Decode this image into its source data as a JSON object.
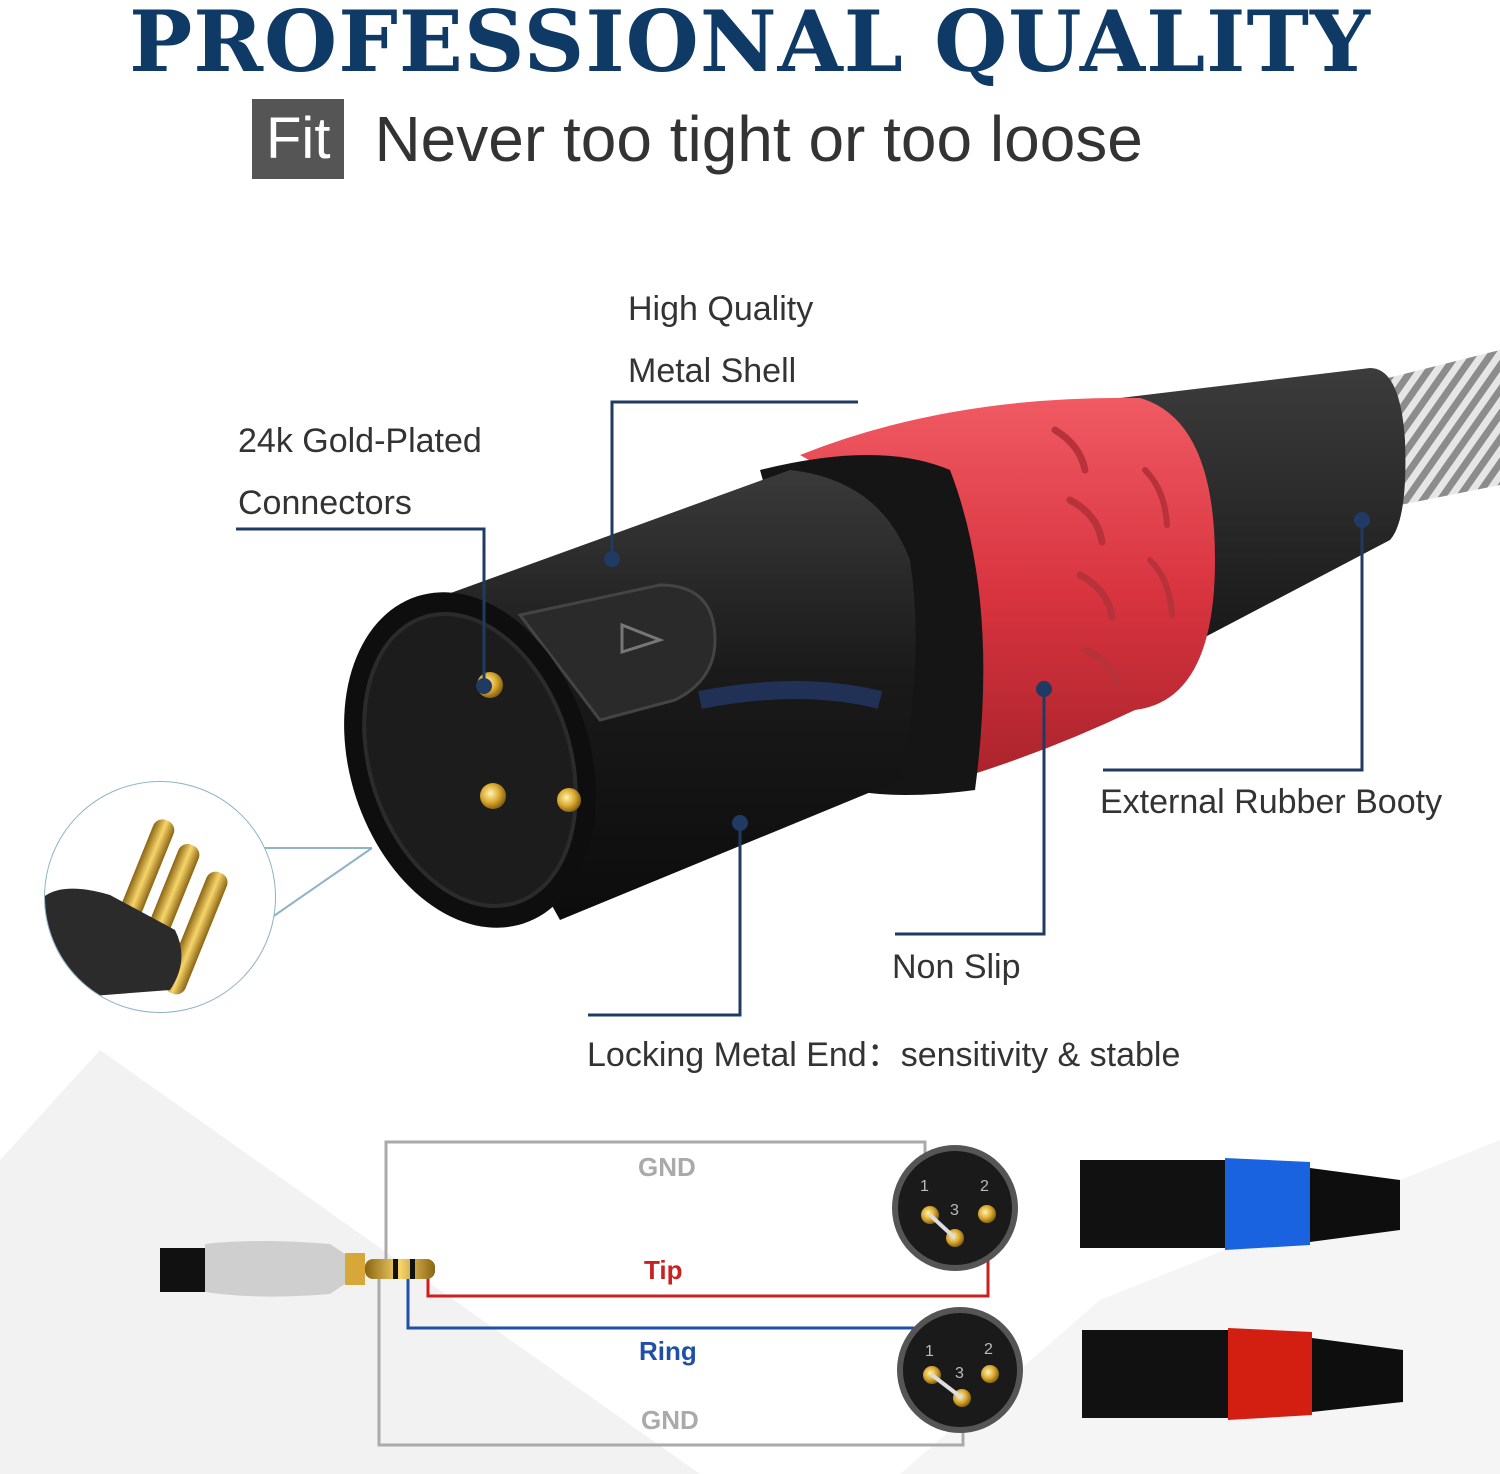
{
  "header": {
    "title": "PROFESSIONAL QUALITY",
    "fit_badge": "Fit",
    "fit_text": "Never too tight or too loose"
  },
  "callouts": {
    "shell_line1": "High Quality",
    "shell_line2": "Metal Shell",
    "gold_line1": "24k Gold-Plated",
    "gold_line2": "Connectors",
    "booty": "External Rubber Booty",
    "non_slip": "Non Slip",
    "locking": "Locking Metal End：sensitivity & stable"
  },
  "wiring": {
    "gnd_top": "GND",
    "tip": "Tip",
    "ring": "Ring",
    "gnd_bottom": "GND",
    "pin1": "1",
    "pin2": "2",
    "pin3": "3"
  },
  "colors": {
    "title": "#0f3a66",
    "leader_lines": "#1f3b63",
    "ring_red": "#e0454f",
    "tip_red": "#cc1f1f",
    "ring_blue": "#1f4fa8",
    "gnd_gray": "#aaaaaa",
    "connector_blue": "#1a63e0",
    "connector_red": "#d21f12"
  }
}
